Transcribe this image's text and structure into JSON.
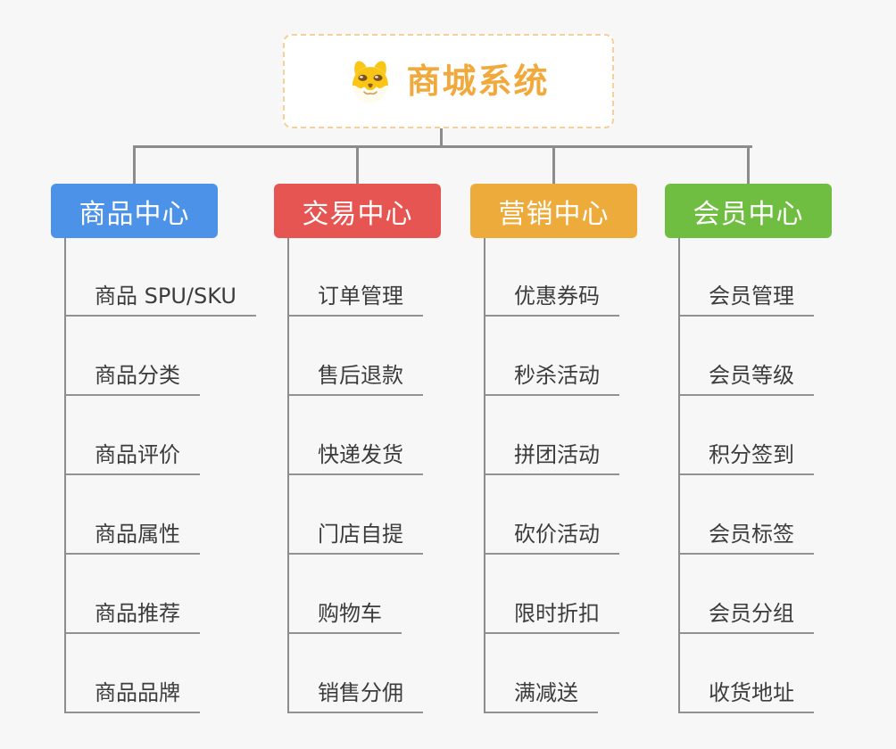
{
  "page": {
    "background": "#F7F7F7",
    "connector_color": "#8C8C8C",
    "underline_color": "#929292",
    "item_text_color": "#3C3C3C"
  },
  "root": {
    "title": "商城系统",
    "icon": "dog-face-icon",
    "text_color": "#F2A93C",
    "border_color": "#F6D09A"
  },
  "branches": [
    {
      "label": "商品中心",
      "color": "#4B92E8",
      "children": [
        "商品 SPU/SKU",
        "商品分类",
        "商品评价",
        "商品属性",
        "商品推荐",
        "商品品牌"
      ]
    },
    {
      "label": "交易中心",
      "color": "#E65551",
      "children": [
        "订单管理",
        "售后退款",
        "快递发货",
        "门店自提",
        "购物车",
        "销售分佣"
      ]
    },
    {
      "label": "营销中心",
      "color": "#EDAB3C",
      "children": [
        "优惠券码",
        "秒杀活动",
        "拼团活动",
        "砍价活动",
        "限时折扣",
        "满减送"
      ]
    },
    {
      "label": "会员中心",
      "color": "#70BE41",
      "children": [
        "会员管理",
        "会员等级",
        "积分签到",
        "会员标签",
        "会员分组",
        "收货地址"
      ]
    }
  ]
}
